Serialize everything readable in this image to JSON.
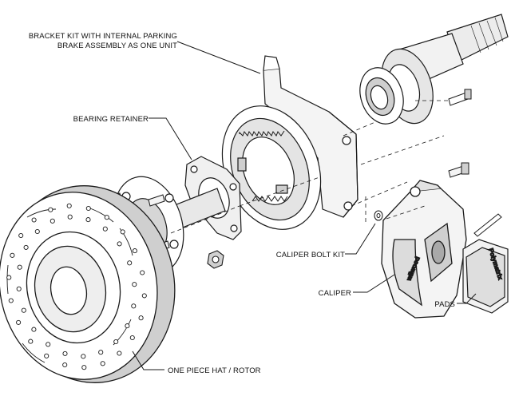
{
  "labels": {
    "bracket_kit_line1": "BRACKET KIT WITH INTERNAL PARKING",
    "bracket_kit_line2": "BRAKE ASSEMBLY AS ONE UNIT",
    "bearing_retainer": "BEARING RETAINER",
    "caliper_bolt_kit": "CALIPER BOLT KIT",
    "caliper": "CALIPER",
    "pads": "PADS",
    "rotor": "ONE PIECE HAT / ROTOR"
  },
  "branding": {
    "caliper_logo": "wilwood",
    "pad_logo": "Polymatrix"
  },
  "colors": {
    "line": "#1a1a1a",
    "part_fill": "#ffffff",
    "shade": "#d9d9d9",
    "dark_shade": "#9a9a9a"
  }
}
